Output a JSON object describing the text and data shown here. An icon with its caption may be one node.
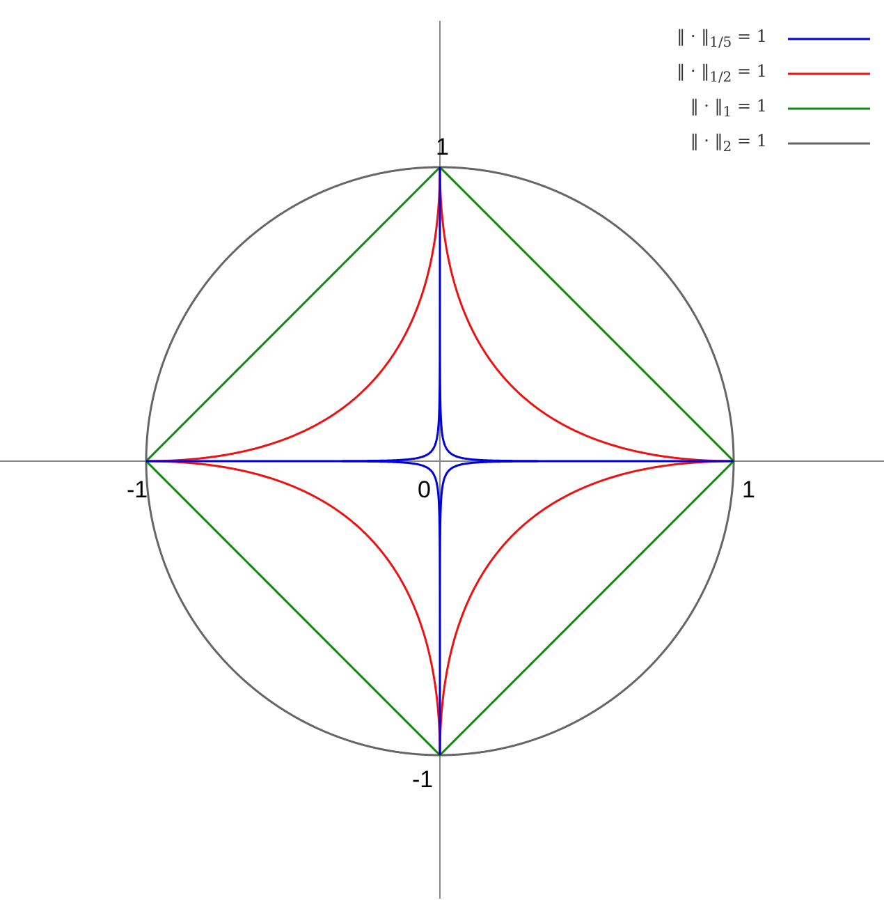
{
  "diagram": {
    "labels": [
      "1",
      "-1",
      "0",
      "1",
      "-1"
    ],
    "legend": [
      {
        "text": "‖ · ‖$_{1/5}$ = 1"
      },
      {
        "text": "‖ · ‖$_{1/2}$ = 1"
      },
      {
        "text": "‖ · ‖$_{1}$ = 1"
      },
      {
        "text": "‖ · ‖$_{2}$ = 1"
      }
    ]
  }
}
